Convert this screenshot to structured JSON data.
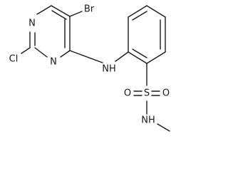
{
  "structure": {
    "atoms": {
      "bromine": "Br",
      "chlorine": "Cl",
      "pyrimidine_n_upper": "N",
      "pyrimidine_n_lower": "N",
      "amine_nh": "NH",
      "sulfur": "S",
      "oxygen_left": "O",
      "oxygen_right": "O",
      "sulfonamide_nh": "NH"
    }
  }
}
